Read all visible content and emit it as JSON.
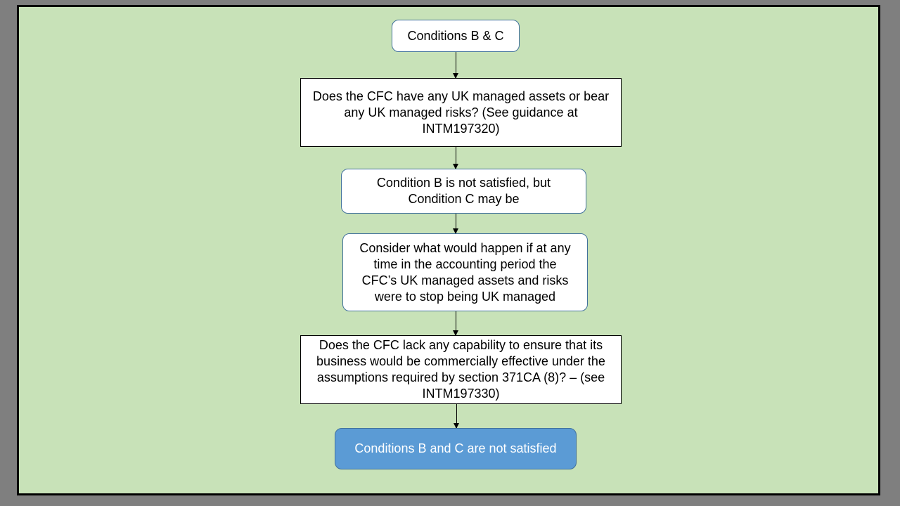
{
  "flowchart": {
    "start": {
      "lines": [
        "Conditions B & C"
      ]
    },
    "question1": {
      "lines": [
        "Does the CFC have any UK managed assets or bear",
        "any UK managed risks? (See guidance at",
        "INTM197320)"
      ]
    },
    "step2": {
      "lines": [
        "Condition B is not satisfied, but",
        "Condition C may be"
      ]
    },
    "step3": {
      "lines": [
        "Consider what would happen if at any",
        "time in the accounting period the",
        "CFC’s UK managed assets and risks",
        "were to stop being UK managed"
      ]
    },
    "question2": {
      "lines": [
        "Does the CFC lack any capability to ensure that its",
        "business would be commercially effective under the",
        "assumptions required by section 371CA (8)? – (see",
        "INTM197330)"
      ]
    },
    "result": {
      "lines": [
        "Conditions B and C are not satisfied"
      ]
    }
  },
  "colors": {
    "background": "#c8e2b8",
    "result_fill": "#5b9bd5",
    "outer": "#7f7f7f"
  }
}
